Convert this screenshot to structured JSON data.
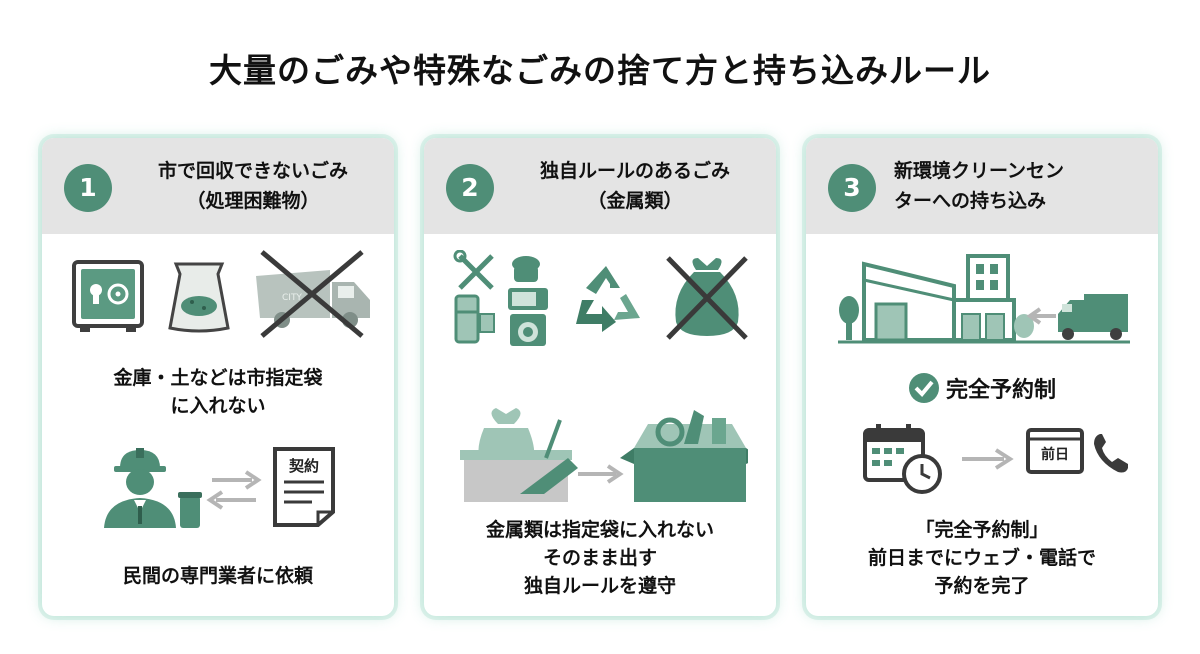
{
  "title": "大量のごみや特殊なごみの捨て方と持ち込みルール",
  "colors": {
    "accent": "#4f8e77",
    "accent_light": "#8ec0ac",
    "header_bg": "#e4e4e4",
    "arrow": "#b5b5b5"
  },
  "cards": [
    {
      "number": "1",
      "title_lines": [
        "市で回収できないごみ",
        "（処理困難物）"
      ],
      "text1_lines": [
        "金庫・土などは市指定袋",
        "に入れない"
      ],
      "contract_label": "契約",
      "text2": "民間の専門業者に依頼",
      "icons": [
        "safe-icon",
        "soil-bag-icon",
        "garbage-truck-crossed-icon",
        "worker-icon",
        "exchange-arrows-icon",
        "contract-document-icon"
      ]
    },
    {
      "number": "2",
      "title_lines": [
        "独自ルールのあるごみ",
        "（金属類）"
      ],
      "text_lines": [
        "金属類は指定袋に入れない",
        "そのまま出す",
        "独自ルールを遵守"
      ],
      "icons": [
        "metal-items-icon",
        "recycle-icon",
        "garbage-bag-crossed-icon",
        "bag-to-box-icon"
      ]
    },
    {
      "number": "3",
      "title_lines": [
        "新環境クリーンセン",
        "ターへの持ち込み"
      ],
      "check_label": "完全予約制",
      "prev_day_label": "前日",
      "text_lines": [
        "「完全予約制」",
        "前日までにウェブ・電話で",
        "予約を完了"
      ],
      "icons": [
        "facility-building-icon",
        "check-circle-icon",
        "calendar-clock-icon",
        "web-icon",
        "phone-icon"
      ]
    }
  ]
}
